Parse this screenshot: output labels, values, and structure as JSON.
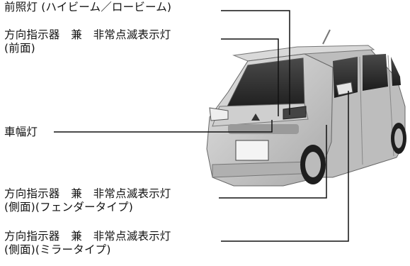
{
  "labels": {
    "headlamp": "前照灯 (ハイビーム／ロービーム)",
    "front_turn_line1": "方向指示器　兼　非常点滅表示灯",
    "front_turn_line2": "(前面)",
    "position_lamp": "車幅灯",
    "fender_turn_line1": "方向指示器　兼　非常点滅表示灯",
    "fender_turn_line2": "(側面)(フェンダータイプ)",
    "mirror_turn_line1": "方向指示器　兼　非常点滅表示灯",
    "mirror_turn_line2": "(側面)(ミラータイプ)"
  },
  "colors": {
    "leader_line": "#111111",
    "car_body": "#c8c8c8",
    "glass": "#2a2a2a"
  }
}
